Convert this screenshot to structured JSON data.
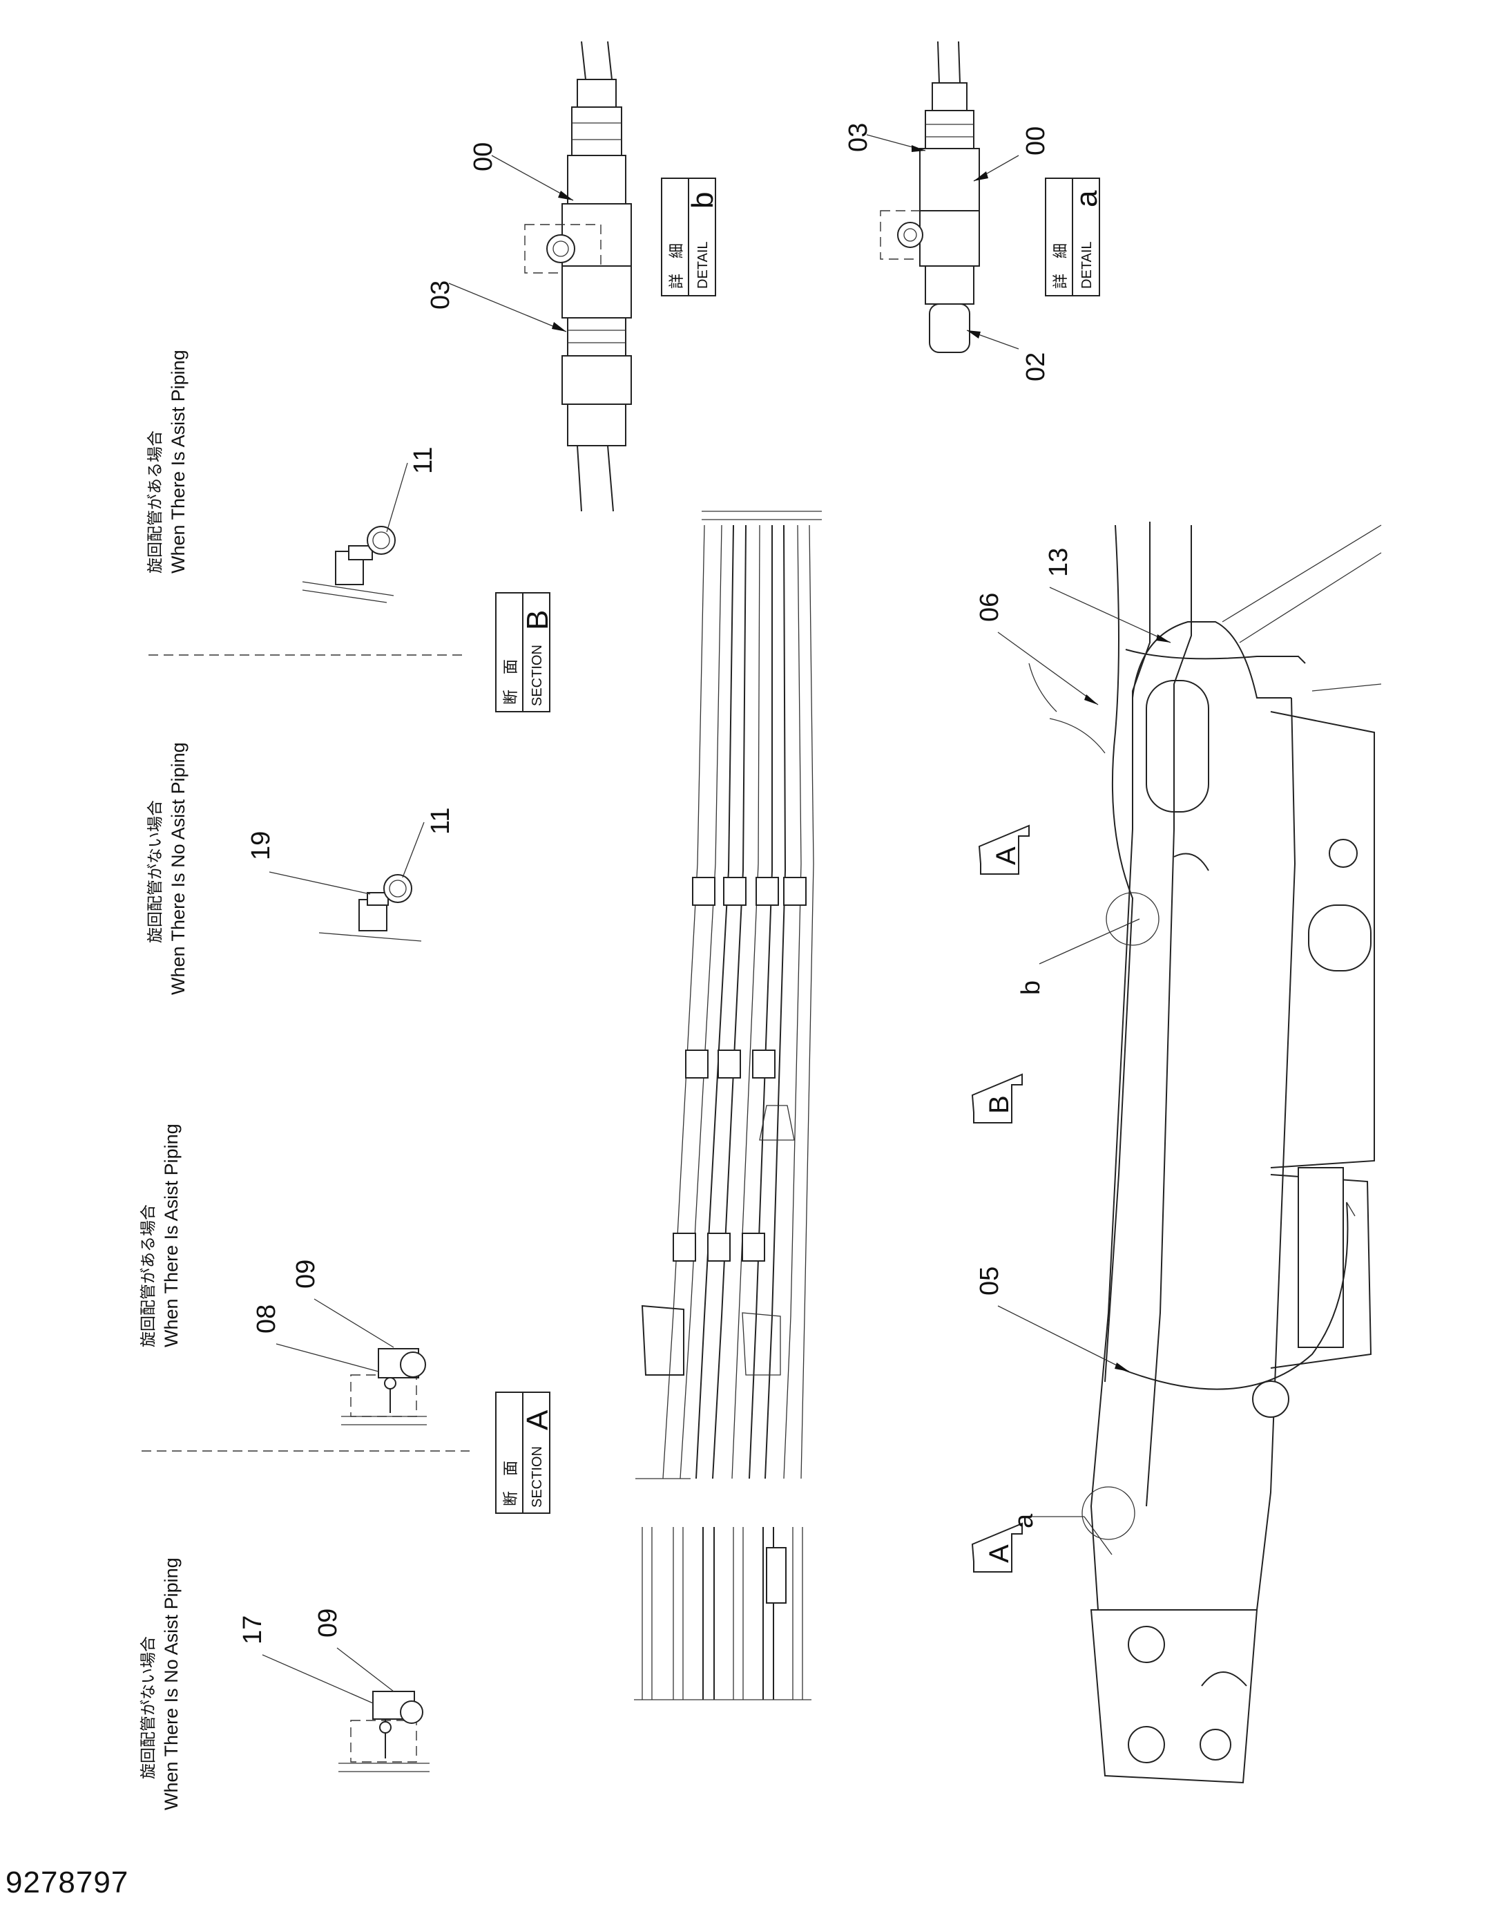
{
  "document_number": "9278797",
  "sections": {
    "no_assist": {
      "jp": "旋回配管がない場合",
      "en": "When There Is No Asist Piping"
    },
    "with_assist": {
      "jp": "旋回配管がある場合",
      "en": "When There Is Asist Piping"
    }
  },
  "boxes": {
    "section": {
      "jp": "断　面",
      "en": "SECTION"
    },
    "detail": {
      "jp": "詳　細",
      "en": "DETAIL"
    },
    "section_a_letter": "A",
    "section_b_letter": "B",
    "detail_a_letter": "a",
    "detail_b_letter": "b"
  },
  "view_arrows": {
    "a_top": "A",
    "b": "B",
    "a_bottom": "A"
  },
  "detail_refs": {
    "a": "a",
    "b": "b"
  },
  "part_labels": {
    "p00_b": "00",
    "p03_b": "03",
    "p03_a": "03",
    "p00_a": "00",
    "p02_a": "02",
    "p11_top": "11",
    "p19": "19",
    "p11_mid": "11",
    "p08": "08",
    "p09_mid": "09",
    "p17": "17",
    "p09_bot": "09",
    "p13": "13",
    "p06": "06",
    "p05": "05"
  }
}
